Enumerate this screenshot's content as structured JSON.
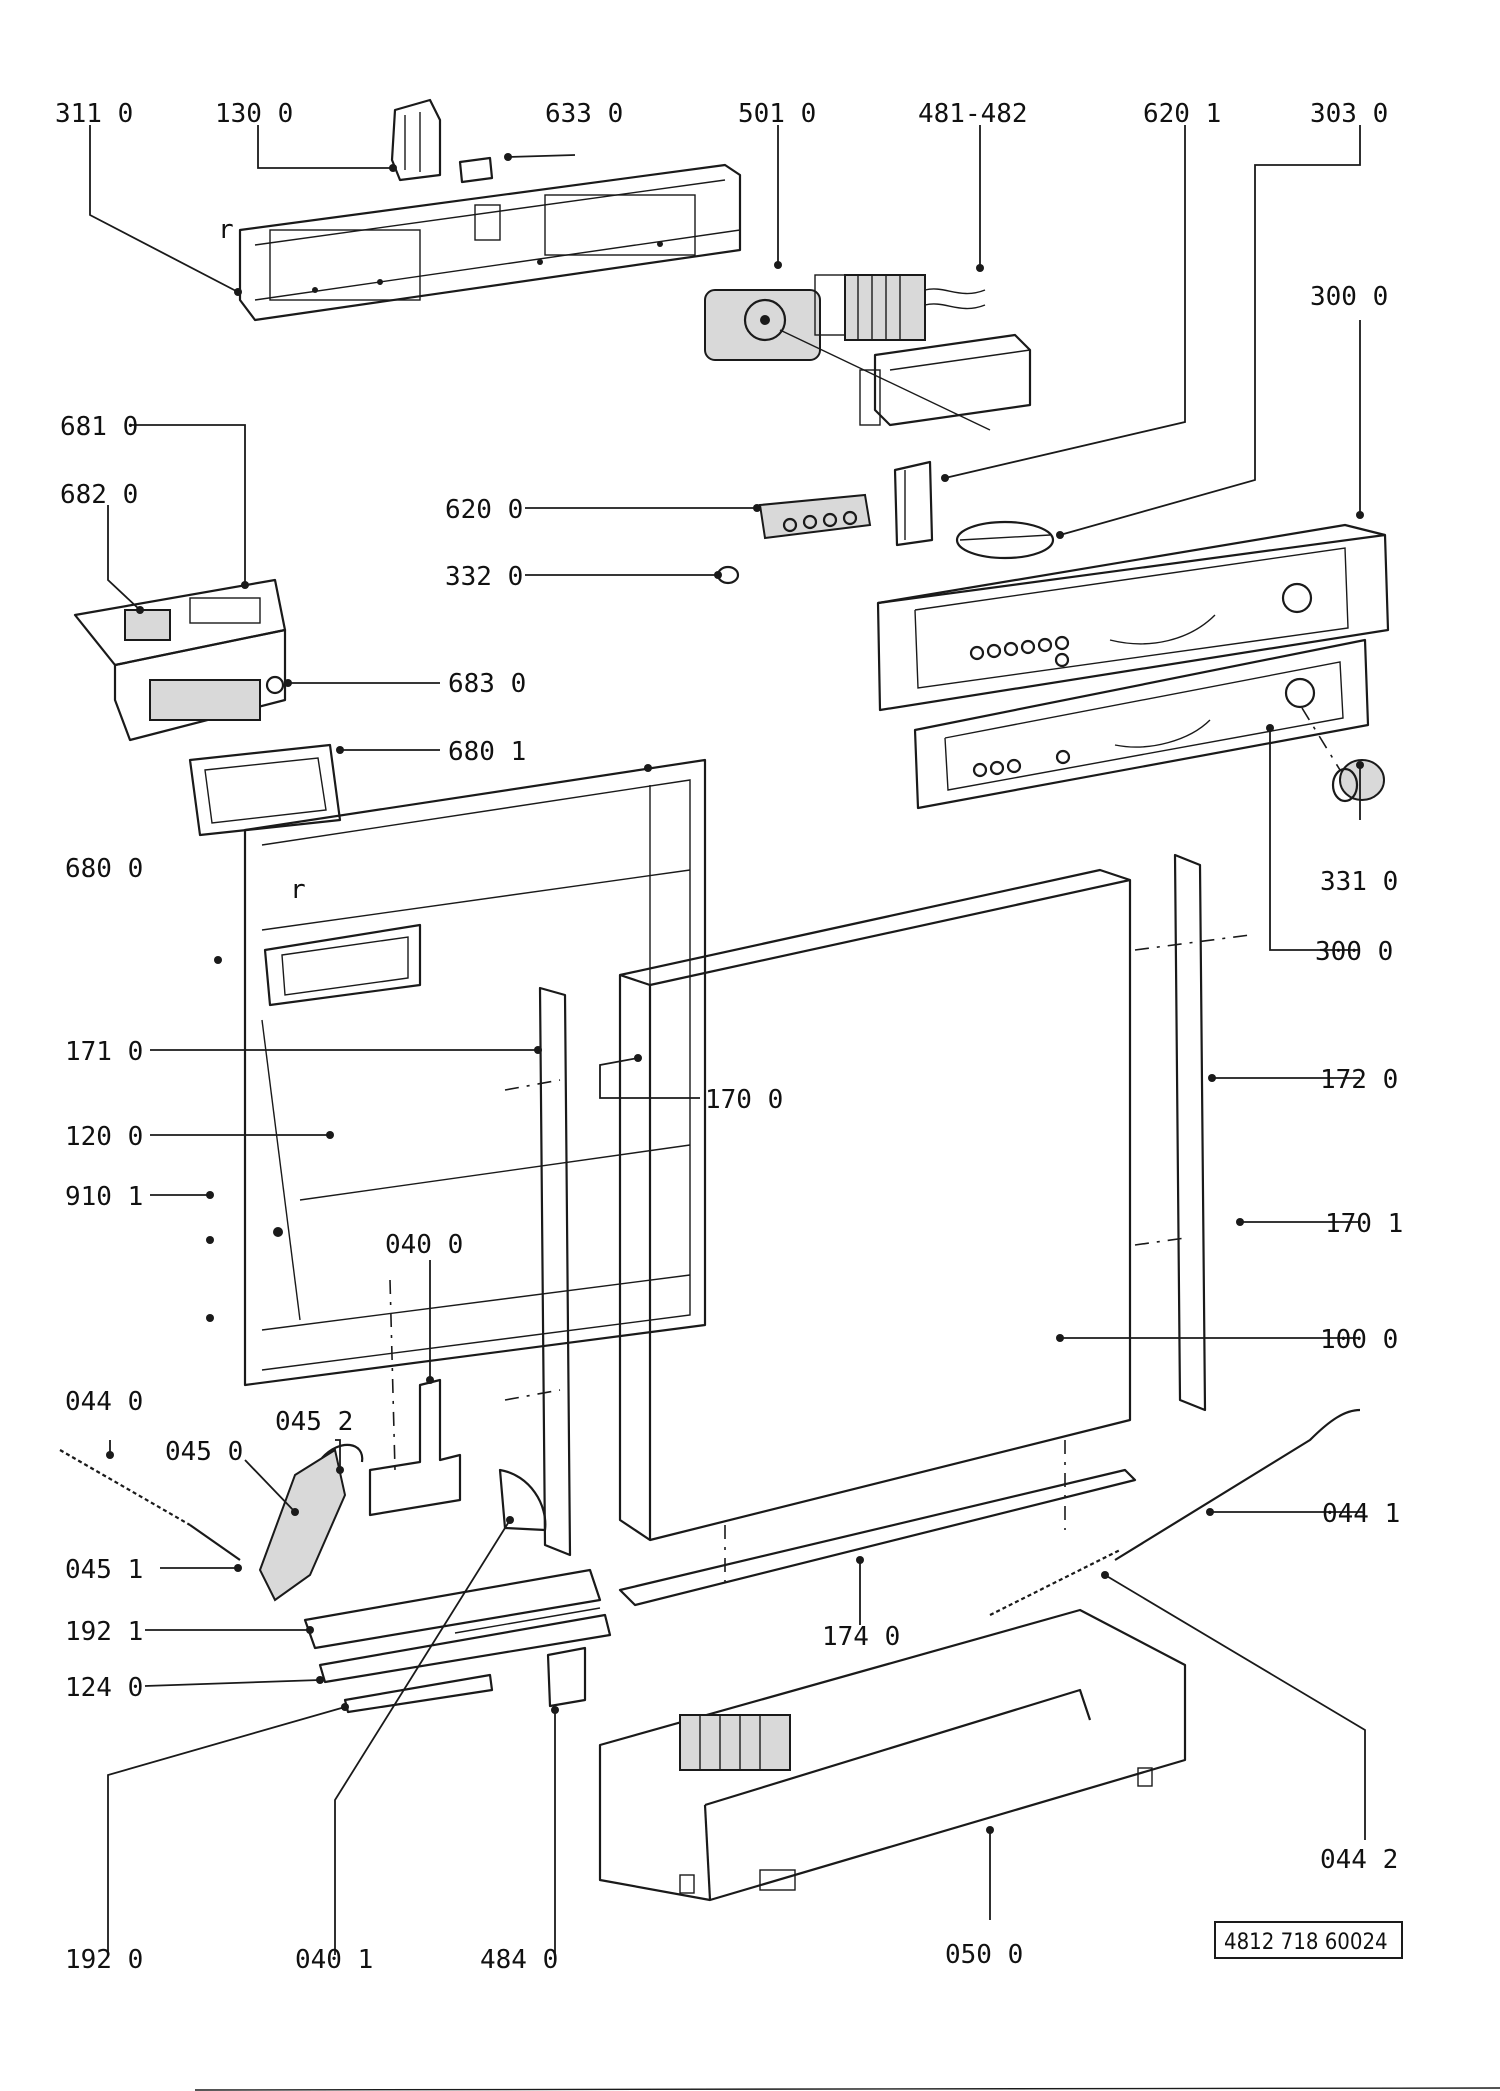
{
  "labels": {
    "l3110": "311 0",
    "l1300": "130 0",
    "l6330": "633 0",
    "l5010": "501 0",
    "l481": "481-482",
    "l6201": "620 1",
    "l3030": "303 0",
    "l3000a": "300 0",
    "l6810": "681 0",
    "l6820": "682 0",
    "l6200": "620 0",
    "l3320": "332 0",
    "l6830": "683 0",
    "l6801": "680 1",
    "l6800": "680 0",
    "l3310": "331 0",
    "l3000b": "300 0",
    "l1710": "171 0",
    "l1700": "170 0",
    "l1720": "172 0",
    "l1200": "120 0",
    "l9101": "910 1",
    "l1701": "170 1",
    "l0400": "040 0",
    "l1000": "100 0",
    "l0440": "044 0",
    "l0452": "045 2",
    "l0450": "045 0",
    "l0441": "044 1",
    "l0451": "045 1",
    "l1921": "192 1",
    "l1740": "174 0",
    "l1240": "124 0",
    "l0442": "044 2",
    "l1920": "192 0",
    "l0401": "040 1",
    "l4840": "484 0",
    "l0500": "050 0"
  },
  "panel_letters": {
    "r1": "r",
    "r2": "r"
  },
  "drawing_code": "4812 718 60024"
}
